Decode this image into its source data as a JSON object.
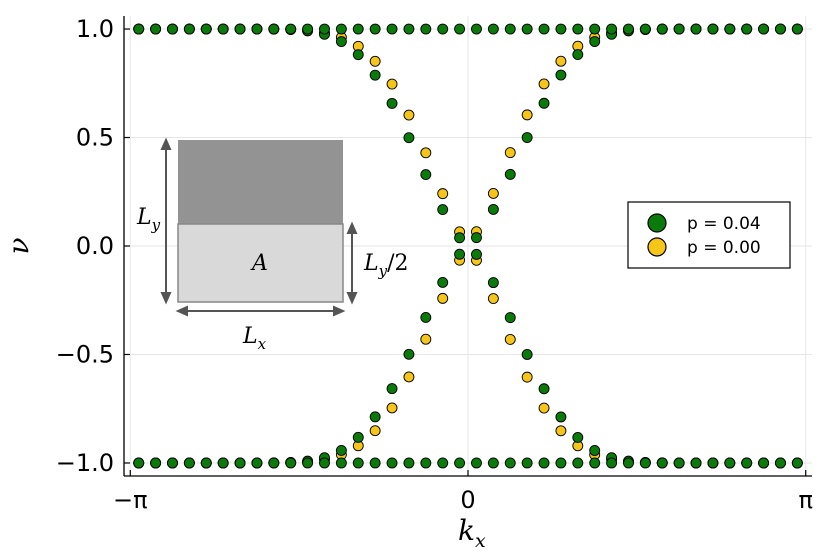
{
  "chart_data": {
    "type": "scatter",
    "xlabel": "k",
    "xlabel_sub": "x",
    "ylabel": "ν",
    "xlim": [
      -3.2,
      3.2
    ],
    "ylim": [
      -1.06,
      1.06
    ],
    "x_ticks": [
      {
        "value": -3.14159,
        "label": "−π"
      },
      {
        "value": 0,
        "label": "0"
      },
      {
        "value": 3.14159,
        "label": "π"
      }
    ],
    "y_ticks": [
      {
        "value": -1.0,
        "label": "−1.0"
      },
      {
        "value": -0.5,
        "label": "−0.5"
      },
      {
        "value": 0.0,
        "label": "0.0"
      },
      {
        "value": 0.5,
        "label": "0.5"
      },
      {
        "value": 1.0,
        "label": "1.0"
      }
    ],
    "grid": true,
    "legend_position": "right",
    "series": [
      {
        "name": "p = 0.04",
        "color": "#0a7a0a",
        "kx_spacing": 0.1571,
        "kx_offset": 0.0785,
        "curve_scale": 0.44,
        "curve_power": 1.35,
        "outer_values": [
          -1.0,
          1.0
        ]
      },
      {
        "name": "p = 0.00",
        "color": "#f5c518",
        "kx_spacing": 0.1571,
        "kx_offset": 0.0785,
        "curve_scale": 0.38,
        "curve_power": 1.2,
        "outer_values": []
      }
    ],
    "inset": {
      "region_label": "A",
      "height_label": "L",
      "height_sub": "y",
      "half_height_label": "L",
      "half_height_sub": "y",
      "half_height_suffix": "/2",
      "width_label": "L",
      "width_sub": "x",
      "upper_color": "#939393",
      "lower_color": "#d9d9d9"
    }
  }
}
